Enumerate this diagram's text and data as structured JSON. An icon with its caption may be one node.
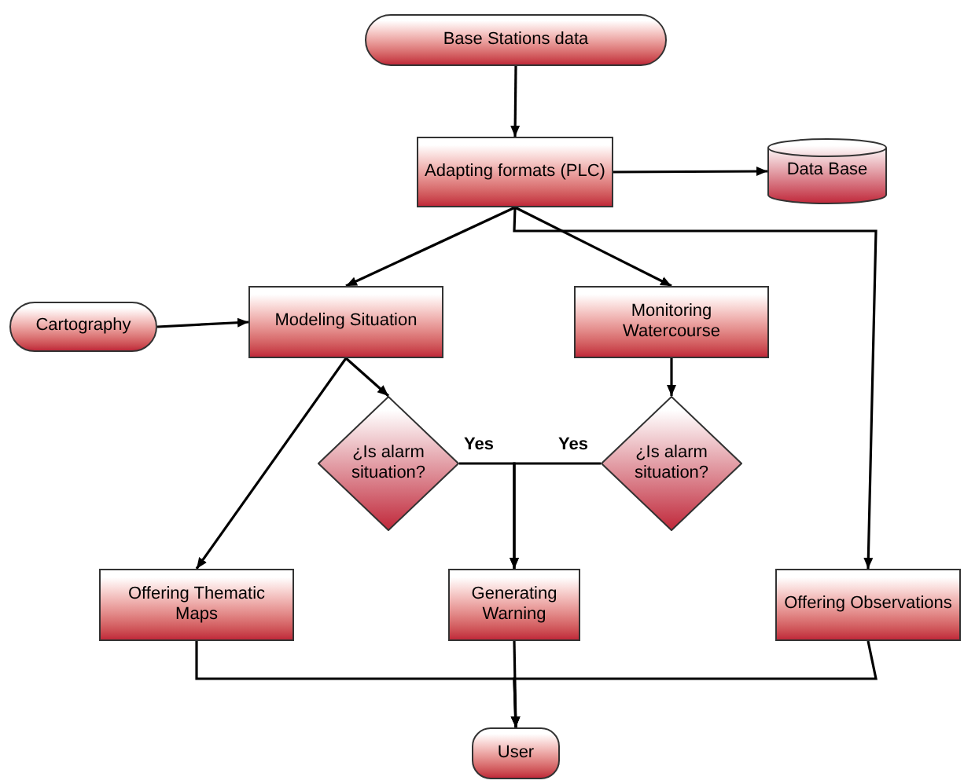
{
  "diagram": {
    "nodes": [
      {
        "text": [
          "Base Stations data"
        ]
      },
      {
        "text": [
          "Adapting formats (PLC)"
        ]
      },
      {
        "text": [
          "Data Base"
        ]
      },
      {
        "text": [
          "Cartography"
        ]
      },
      {
        "text": [
          "Modeling Situation"
        ]
      },
      {
        "text": [
          "Monitoring Watercourse"
        ]
      },
      {
        "text": [
          "¿Is alarm situation?"
        ]
      },
      {
        "text": [
          "¿Is alarm situation?"
        ]
      },
      {
        "text": [
          "Offering Thematic Maps"
        ]
      },
      {
        "text": [
          "Generating Warning"
        ]
      },
      {
        "text": [
          "Offering Observations"
        ]
      },
      {
        "text": [
          "User"
        ]
      }
    ],
    "edges": [
      {
        "from": 0,
        "to": 1,
        "arrow": "to"
      },
      {
        "from": 1,
        "to": 2,
        "arrow": "to"
      },
      {
        "from": 1,
        "to": 4,
        "arrow": "to"
      },
      {
        "from": 1,
        "to": 5,
        "arrow": "to"
      },
      {
        "from": 1,
        "to": 10,
        "arrow": "to"
      },
      {
        "from": 3,
        "to": 4,
        "arrow": "to"
      },
      {
        "from": 4,
        "to": 6,
        "arrow": "to"
      },
      {
        "from": 4,
        "to": 8,
        "arrow": "to"
      },
      {
        "from": 5,
        "to": 7,
        "arrow": "to"
      },
      {
        "from": 6,
        "to": 9,
        "label": "Yes",
        "arrow": "to"
      },
      {
        "from": 7,
        "to": 9,
        "label": "Yes",
        "arrow": "to"
      },
      {
        "from": 8,
        "to": 11,
        "arrow": "to"
      },
      {
        "from": 9,
        "to": 11,
        "arrow": "to"
      },
      {
        "from": 10,
        "to": 11,
        "arrow": "to"
      }
    ]
  }
}
